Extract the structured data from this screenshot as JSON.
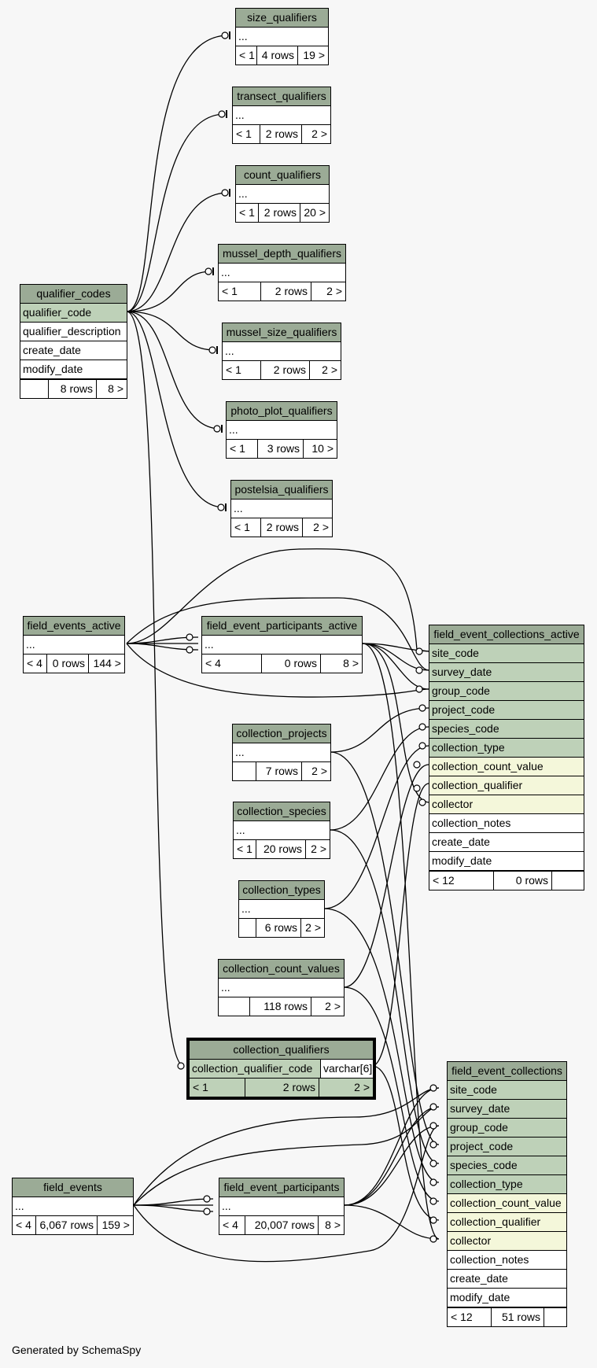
{
  "footer": "Generated by SchemaSpy",
  "colors": {
    "header": "#9bab96",
    "pk": "#bed1b8",
    "fk": "#f4f7da",
    "background": "#f7f7f7"
  },
  "tables": {
    "size_qualifiers": {
      "name": "size_qualifiers",
      "row": "...",
      "foot": [
        "< 1",
        "4 rows",
        "19 >"
      ]
    },
    "transect_qualifiers": {
      "name": "transect_qualifiers",
      "row": "...",
      "foot": [
        "< 1",
        "2 rows",
        "2 >"
      ]
    },
    "count_qualifiers": {
      "name": "count_qualifiers",
      "row": "...",
      "foot": [
        "< 1",
        "2 rows",
        "20 >"
      ]
    },
    "mussel_depth_qualifiers": {
      "name": "mussel_depth_qualifiers",
      "row": "...",
      "foot": [
        "< 1",
        "2 rows",
        "2 >"
      ]
    },
    "mussel_size_qualifiers": {
      "name": "mussel_size_qualifiers",
      "row": "...",
      "foot": [
        "< 1",
        "2 rows",
        "2 >"
      ]
    },
    "photo_plot_qualifiers": {
      "name": "photo_plot_qualifiers",
      "row": "...",
      "foot": [
        "< 1",
        "3 rows",
        "10 >"
      ]
    },
    "postelsia_qualifiers": {
      "name": "postelsia_qualifiers",
      "row": "...",
      "foot": [
        "< 1",
        "2 rows",
        "2 >"
      ]
    },
    "qualifier_codes": {
      "name": "qualifier_codes",
      "columns": [
        "qualifier_code",
        "qualifier_description",
        "create_date",
        "modify_date"
      ],
      "foot": [
        "",
        "8 rows",
        "8 >"
      ]
    },
    "field_events_active": {
      "name": "field_events_active",
      "row": "...",
      "foot": [
        "< 4",
        "0 rows",
        "144 >"
      ]
    },
    "field_event_participants_active": {
      "name": "field_event_participants_active",
      "row": "...",
      "foot": [
        "< 4",
        "0 rows",
        "8 >"
      ]
    },
    "collection_projects": {
      "name": "collection_projects",
      "row": "...",
      "foot": [
        "",
        "7 rows",
        "2 >"
      ]
    },
    "collection_species": {
      "name": "collection_species",
      "row": "...",
      "foot": [
        "< 1",
        "20 rows",
        "2 >"
      ]
    },
    "collection_types": {
      "name": "collection_types",
      "row": "...",
      "foot": [
        "",
        "6 rows",
        "2 >"
      ]
    },
    "collection_count_values": {
      "name": "collection_count_values",
      "row": "...",
      "foot": [
        "",
        "118 rows",
        "2 >"
      ]
    },
    "collection_qualifiers": {
      "name": "collection_qualifiers",
      "column": "collection_qualifier_code",
      "type": "varchar[6]",
      "foot": [
        "< 1",
        "2 rows",
        "2 >"
      ]
    },
    "field_event_collections_active": {
      "name": "field_event_collections_active",
      "columns": [
        "site_code",
        "survey_date",
        "group_code",
        "project_code",
        "species_code",
        "collection_type",
        "collection_count_value",
        "collection_qualifier",
        "collector",
        "collection_notes",
        "create_date",
        "modify_date"
      ],
      "foot": [
        "< 12",
        "0 rows",
        ""
      ]
    },
    "field_events": {
      "name": "field_events",
      "row": "...",
      "foot": [
        "< 4",
        "6,067 rows",
        "159 >"
      ]
    },
    "field_event_participants": {
      "name": "field_event_participants",
      "row": "...",
      "foot": [
        "< 4",
        "20,007 rows",
        "8 >"
      ]
    },
    "field_event_collections": {
      "name": "field_event_collections",
      "columns": [
        "site_code",
        "survey_date",
        "group_code",
        "project_code",
        "species_code",
        "collection_type",
        "collection_count_value",
        "collection_qualifier",
        "collector",
        "collection_notes",
        "create_date",
        "modify_date"
      ],
      "foot": [
        "< 12",
        "51 rows",
        ""
      ]
    }
  }
}
